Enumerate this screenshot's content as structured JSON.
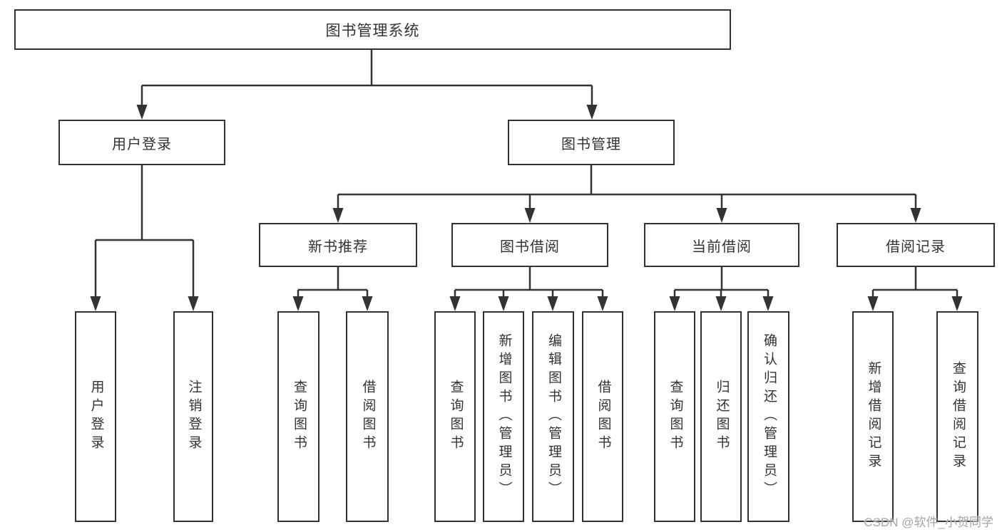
{
  "diagram": {
    "root": {
      "label": "图书管理系统"
    },
    "level2": [
      {
        "id": "user-login",
        "label": "用户登录"
      },
      {
        "id": "book-management",
        "label": "图书管理"
      }
    ],
    "level3": [
      {
        "id": "new-book-recommend",
        "parent": "图书管理",
        "label": "新书推荐"
      },
      {
        "id": "book-borrow",
        "parent": "图书管理",
        "label": "图书借阅"
      },
      {
        "id": "current-borrow",
        "parent": "图书管理",
        "label": "当前借阅"
      },
      {
        "id": "borrow-records",
        "parent": "图书管理",
        "label": "借阅记录"
      }
    ],
    "leaves": [
      {
        "parent": "用户登录",
        "label": "用户登录"
      },
      {
        "parent": "用户登录",
        "label": "注销登录"
      },
      {
        "parent": "新书推荐",
        "label": "查询图书"
      },
      {
        "parent": "新书推荐",
        "label": "借阅图书"
      },
      {
        "parent": "图书借阅",
        "label": "查询图书"
      },
      {
        "parent": "图书借阅",
        "label": "新增图书（管理员）"
      },
      {
        "parent": "图书借阅",
        "label": "编辑图书（管理员）"
      },
      {
        "parent": "图书借阅",
        "label": "借阅图书"
      },
      {
        "parent": "当前借阅",
        "label": "查询图书"
      },
      {
        "parent": "当前借阅",
        "label": "归还图书"
      },
      {
        "parent": "当前借阅",
        "label": "确认归还（管理员）"
      },
      {
        "parent": "借阅记录",
        "label": "新增借阅记录"
      },
      {
        "parent": "借阅记录",
        "label": "查询借阅记录"
      }
    ],
    "watermark": "CSDN @软件_小贺同学",
    "colors": {
      "line": "#333333",
      "box_border": "#333333",
      "box_fill": "#ffffff",
      "text": "#333333",
      "watermark": "#a6a6a6"
    }
  }
}
